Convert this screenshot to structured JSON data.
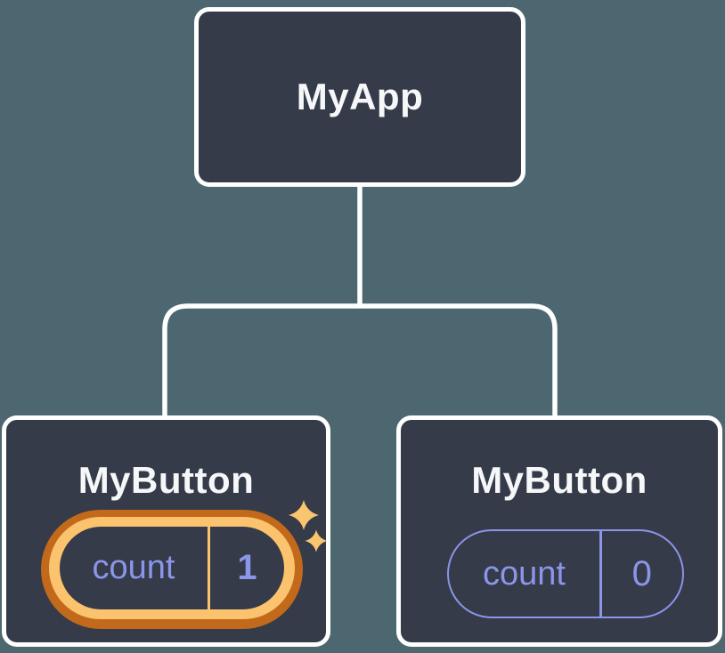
{
  "tree": {
    "root": {
      "label": "MyApp"
    },
    "children": [
      {
        "label": "MyButton",
        "state": {
          "name": "count",
          "value": "1"
        },
        "highlighted": true
      },
      {
        "label": "MyButton",
        "state": {
          "name": "count",
          "value": "0"
        },
        "highlighted": false
      }
    ]
  },
  "icons": {
    "sparkles": "state-updated-sparkles"
  },
  "colors": {
    "background": "#4D6770",
    "node_fill": "#353B48",
    "node_border": "#FFFFFF",
    "connector": "#FFFFFF",
    "label_text": "#F6F7F9",
    "state_text": "#8B95E9",
    "state_pill_border": "#8B95E9",
    "highlight_outer": "#C2691B",
    "highlight_inner": "#FBC36E",
    "sparkle": "#F9C56F"
  }
}
